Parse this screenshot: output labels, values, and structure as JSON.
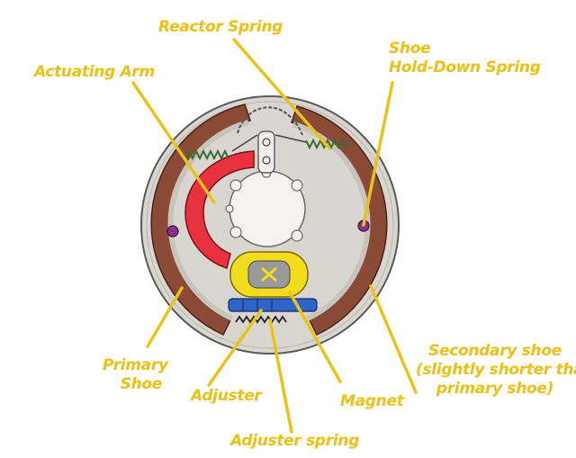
{
  "colors": {
    "label": "#e8c41a",
    "leader_line": "#e8c41a",
    "backing_plate": "#d9d6cf",
    "lining": "#8a4a36",
    "arm": "#e8323f",
    "spring": "#3f6b35",
    "adjuster": "#2e64c8",
    "magnet": "#f2dc1e",
    "pin": "#8a2f8a"
  },
  "labels": {
    "reactor_spring": "Reactor Spring",
    "actuating_arm": "Actuating Arm",
    "hold_down_line1": "Shoe",
    "hold_down_line2": "Hold-Down Spring",
    "primary_line1": "Primary",
    "primary_line2": "Shoe",
    "adjuster": "Adjuster",
    "magnet": "Magnet",
    "secondary_line1": "Secondary shoe",
    "secondary_line2": "(slightly shorter than",
    "secondary_line3": "primary shoe)",
    "adjuster_spring": "Adjuster spring"
  }
}
